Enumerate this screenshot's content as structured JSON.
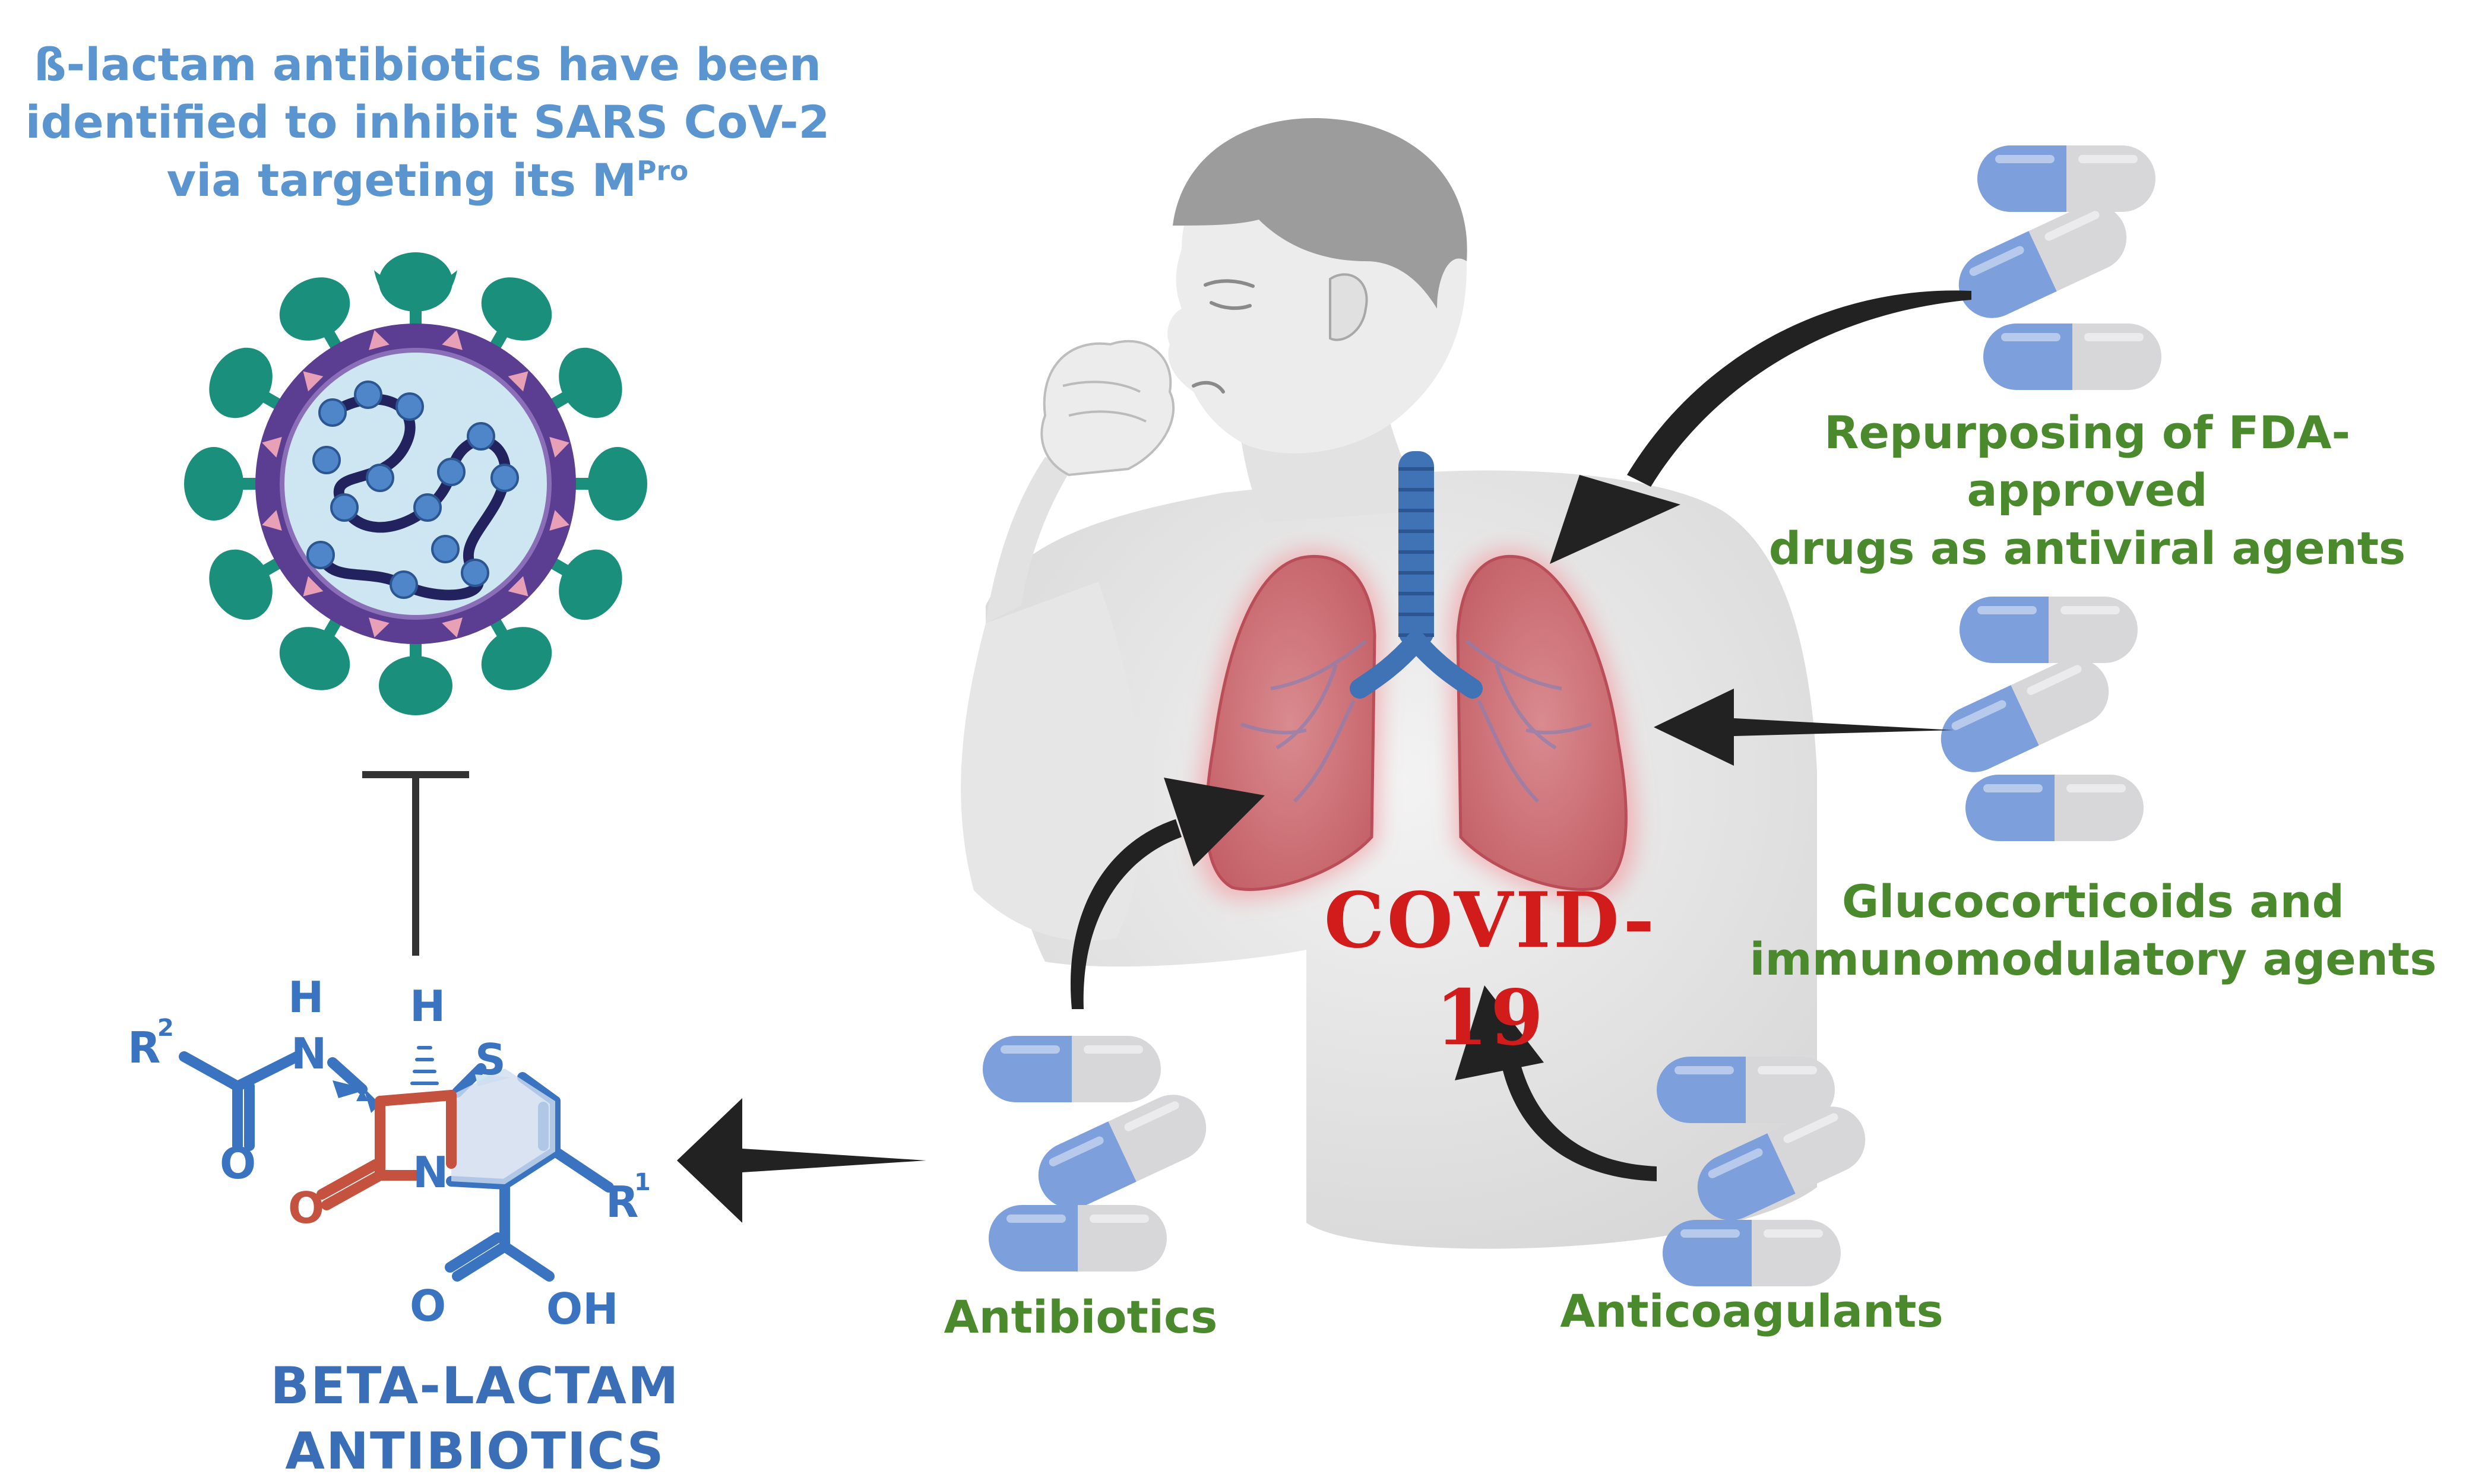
{
  "title": {
    "line1": "ß-lactam antibiotics have been",
    "line2": "identified to inhibit SARS CoV-2",
    "line3_prefix": "via targeting its M",
    "line3_sup": "Pro"
  },
  "center_label": "COVID-19",
  "labels": {
    "repurposing_line1": "Repurposing of FDA-approved",
    "repurposing_line2": "drugs as antiviral agents",
    "gluco_line1": "Glucocorticoids and",
    "gluco_line2": "immunomodulatory agents",
    "antibiotics": "Antibiotics",
    "anticoagulants": "Anticoagulants",
    "beta_lactam": "BETA-LACTAM ANTIBIOTICS"
  },
  "structure_atoms": {
    "r2": "R",
    "r2_sup": "2",
    "r1": "R",
    "r1_sup": "1",
    "h_amide": "H",
    "n_amide": "N",
    "h_ring": "H",
    "s": "S",
    "n_ring": "N",
    "o_carbonyl": "O",
    "o_lactam": "O",
    "o_acid": "O",
    "oh": "OH"
  },
  "colors": {
    "title_blue": "#5b95cf",
    "label_green": "#4a8a2c",
    "covid_red": "#d21c1c",
    "molecule_blue": "#3a74c0",
    "lactam_red": "#c5523f",
    "virus_teal": "#1a8f7c",
    "virus_purple": "#5b3d91",
    "virus_inner": "#cde6f2",
    "capsule_blue": "#7d9fdb",
    "capsule_gray": "#d7d7da",
    "arrow": "#222222"
  },
  "icons": [
    "virus-icon",
    "person-coughing-icon",
    "lungs-icon",
    "capsule-icon",
    "arrow-icon",
    "inhibition-icon",
    "beta-lactam-structure-icon"
  ]
}
